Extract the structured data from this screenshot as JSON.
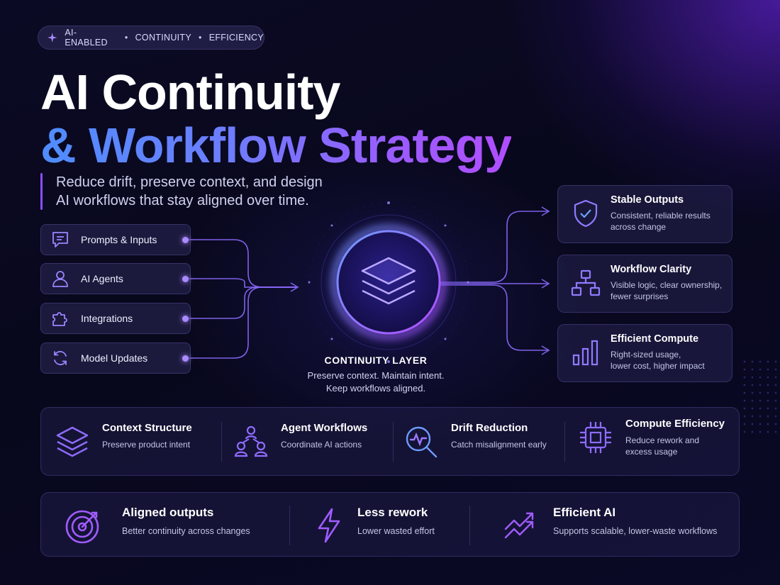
{
  "colors": {
    "accent": "#8a4dff",
    "blue": "#4f8dff",
    "purple": "#a05cff",
    "icon": "#8f7bff"
  },
  "badge": {
    "icon": "sparkle-icon",
    "items": [
      "AI-ENABLED",
      "CONTINUITY",
      "EFFICIENCY"
    ],
    "separator": "•"
  },
  "title": {
    "line1": "AI Continuity",
    "line2": "& Workflow Strategy",
    "subtitle_line1": "Reduce drift, preserve context, and design",
    "subtitle_line2": "AI workflows that stay aligned over time."
  },
  "inputs": [
    {
      "label": "Prompts & Inputs",
      "icon": "chat-icon"
    },
    {
      "label": "AI Agents",
      "icon": "user-icon"
    },
    {
      "label": "Integrations",
      "icon": "puzzle-icon"
    },
    {
      "label": "Model Updates",
      "icon": "refresh-icon"
    }
  ],
  "center": {
    "icon": "layers-icon",
    "label": "CONTINUITY LAYER",
    "desc_line1": "Preserve context. Maintain intent.",
    "desc_line2": "Keep workflows aligned."
  },
  "outputs": [
    {
      "title": "Stable Outputs",
      "line1": "Consistent, reliable results",
      "line2": "across change",
      "icon": "shield-check-icon"
    },
    {
      "title": "Workflow Clarity",
      "line1": "Visible logic, clear ownership,",
      "line2": "fewer surprises",
      "icon": "hierarchy-icon"
    },
    {
      "title": "Efficient Compute",
      "line1": "Right-sized usage,",
      "line2": "lower cost, higher impact",
      "icon": "bar-chart-icon"
    }
  ],
  "features": [
    {
      "title": "Context Structure",
      "line1": "Preserve product intent",
      "line2": "",
      "icon": "layers-icon"
    },
    {
      "title": "Agent Workflows",
      "line1": "Coordinate AI actions",
      "line2": "",
      "icon": "agent-network-icon"
    },
    {
      "title": "Drift Reduction",
      "line1": "Catch misalignment early",
      "line2": "",
      "icon": "search-pulse-icon"
    },
    {
      "title": "Compute Efficiency",
      "line1": "Reduce rework and",
      "line2": "excess usage",
      "icon": "chip-icon"
    }
  ],
  "benefits": [
    {
      "title": "Aligned outputs",
      "desc": "Better continuity across changes",
      "icon": "target-icon"
    },
    {
      "title": "Less rework",
      "desc": "Lower wasted effort",
      "icon": "lightning-icon"
    },
    {
      "title": "Efficient AI",
      "desc": "Supports scalable, lower-waste workflows",
      "icon": "trend-up-icon"
    }
  ]
}
